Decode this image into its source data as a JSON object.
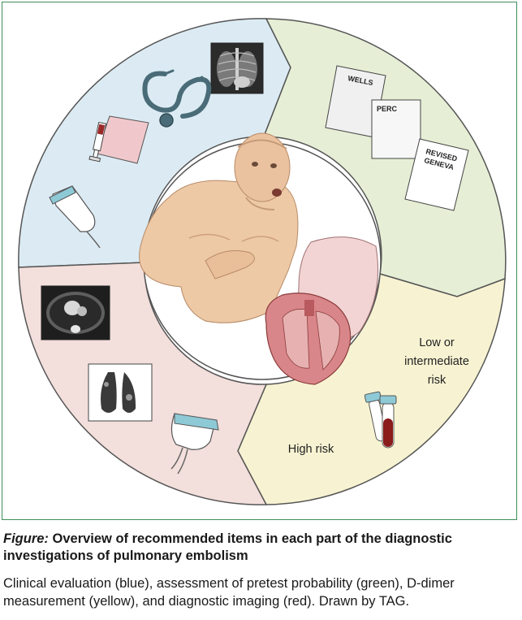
{
  "forms": {
    "wells": "WELLS",
    "perc": "PERC",
    "revised_geneva_line1": "REVISED",
    "revised_geneva_line2": "GENEVA"
  },
  "risk_labels": {
    "low_line1": "Low or",
    "low_line2": "intermediate",
    "low_line3": "risk",
    "high": "High risk"
  },
  "caption": {
    "lead": "Figure:",
    "title": " Overview of recommended items in each part of the diagnostic investigations of pulmonary embolism",
    "body": "Clinical evaluation (blue), assessment of pretest probability (green), D-dimer measurement (yellow), and diagnostic imaging (red). Drawn by TAG."
  },
  "colors": {
    "blue_sector": "#dcebf3",
    "green_sector": "#e6efd6",
    "yellow_sector": "#f7f3d2",
    "red_sector": "#f3dfdc",
    "outline": "#555555",
    "frame": "#3f8f5a"
  },
  "icons": [
    "stethoscope-icon",
    "chest-xray-image",
    "syringe-icon",
    "ultrasound-probe-icon",
    "questionnaire-form",
    "ct-scan-image",
    "lung-scan-image",
    "echocardiography-probe-icon",
    "blood-tube-icon",
    "patient-illustration",
    "heart-cross-section-illustration"
  ]
}
